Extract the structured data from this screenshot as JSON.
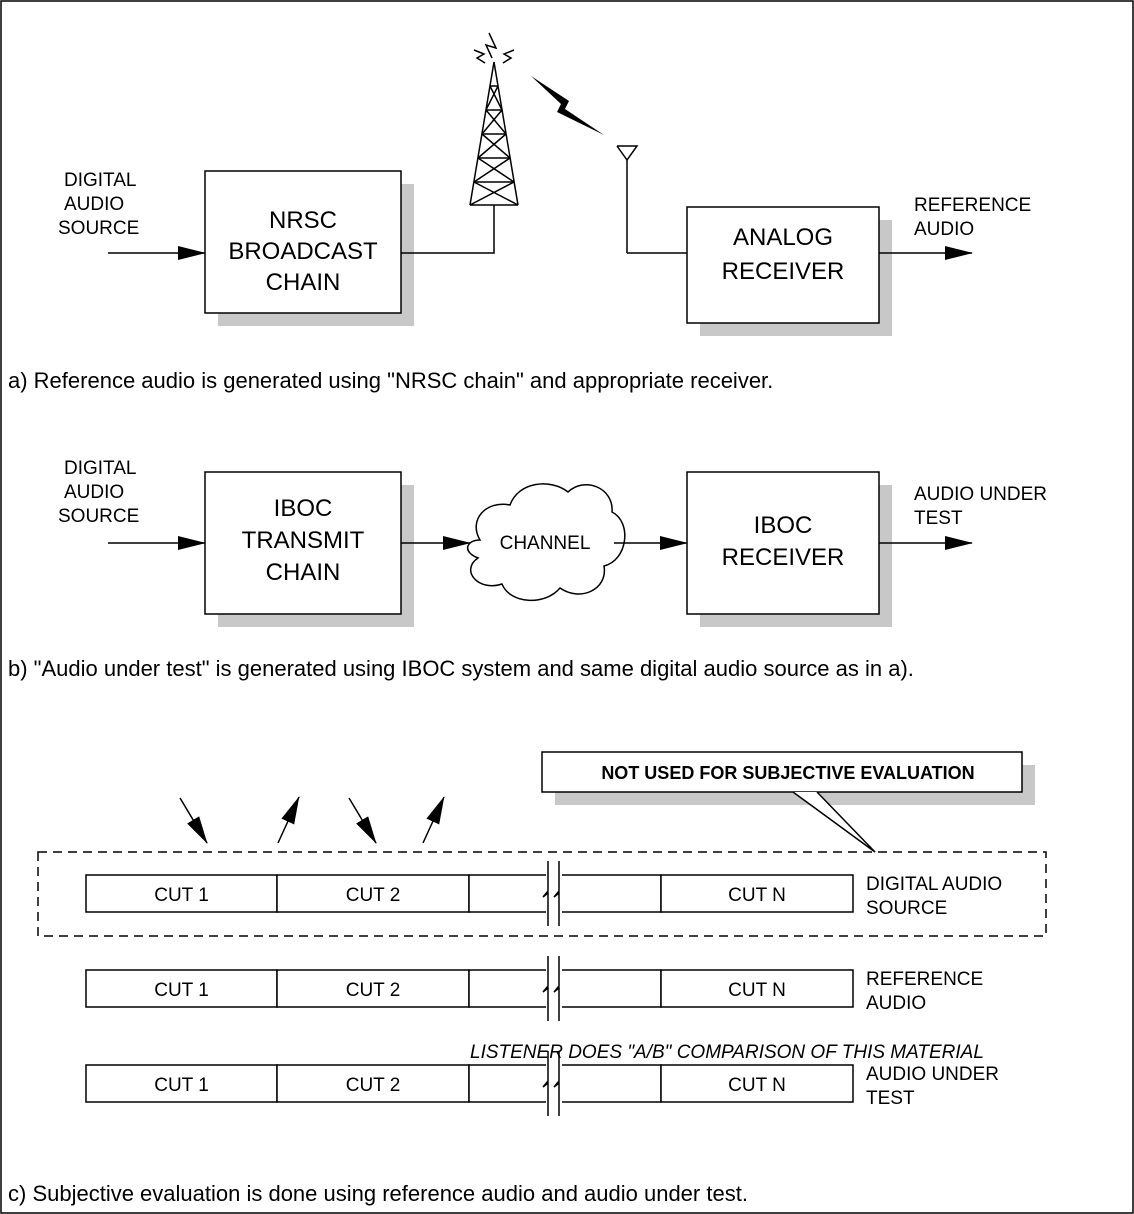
{
  "panel_a": {
    "source_label": [
      "DIGITAL",
      "AUDIO",
      "SOURCE"
    ],
    "chain_box": [
      "NRSC",
      "BROADCAST",
      "CHAIN"
    ],
    "receiver_box": [
      "ANALOG",
      "RECEIVER"
    ],
    "output_label": [
      "REFERENCE",
      "AUDIO"
    ],
    "caption": "a) Reference audio is generated using \"NRSC chain\" and appropriate receiver."
  },
  "panel_b": {
    "source_label": [
      "DIGITAL",
      "AUDIO",
      "SOURCE"
    ],
    "chain_box": [
      "IBOC",
      "TRANSMIT",
      "CHAIN"
    ],
    "channel_label": "CHANNEL",
    "receiver_box": [
      "IBOC",
      "RECEIVER"
    ],
    "output_label": [
      "AUDIO UNDER",
      "TEST"
    ],
    "caption": "b) \"Audio under test\" is generated using IBOC system and same digital audio source as in a)."
  },
  "panel_c": {
    "note": "NOT USED FOR SUBJECTIVE EVALUATION",
    "comparison_note": "LISTENER DOES \"A/B\" COMPARISON OF THIS MATERIAL",
    "tracks": [
      {
        "cuts": [
          "CUT 1",
          "CUT 2",
          "",
          "CUT N"
        ],
        "label": [
          "DIGITAL AUDIO",
          "SOURCE"
        ]
      },
      {
        "cuts": [
          "CUT 1",
          "CUT 2",
          "",
          "CUT N"
        ],
        "label": [
          "REFERENCE",
          "AUDIO"
        ]
      },
      {
        "cuts": [
          "CUT 1",
          "CUT 2",
          "",
          "CUT N"
        ],
        "label": [
          "AUDIO UNDER",
          "TEST"
        ]
      }
    ],
    "caption": "c) Subjective evaluation is done using reference audio and audio under test."
  }
}
